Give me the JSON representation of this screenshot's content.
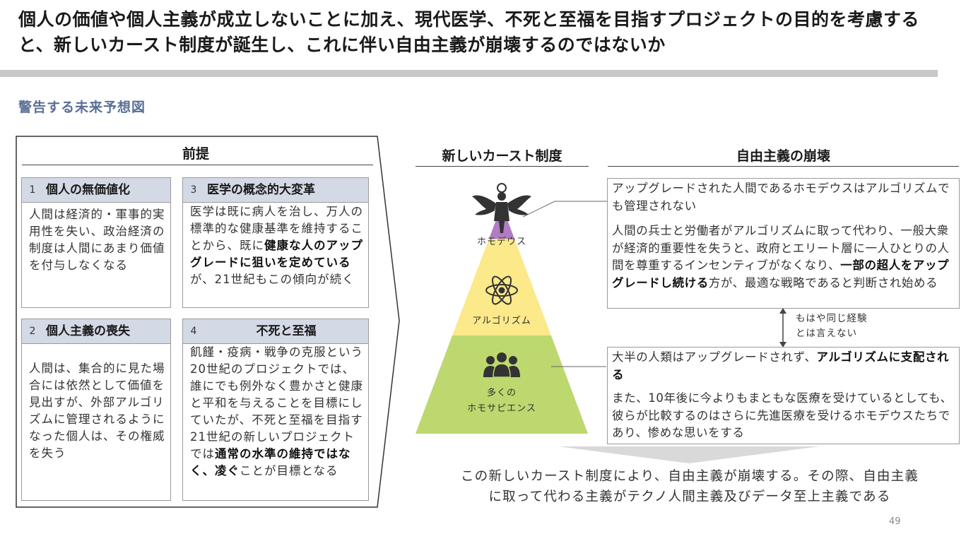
{
  "slide": {
    "title": "個人の価値や個人主義が成立しないことに加え、現代医学、不死と至福を目指すプロジェクトの目的を考慮すると、新しいカースト制度が誕生し、これに伴い自由主義が崩壊するのではないか",
    "subtitle": "警告する未来予想図",
    "page_number": "49"
  },
  "premise": {
    "heading": "前提",
    "cards": [
      {
        "num": "1",
        "title": "個人の無価値化",
        "body": [
          "人間は経済的・軍事的実用性を失い、政治経済の制度は人間にあまり価値を付与しなくなる"
        ]
      },
      {
        "num": "2",
        "title": "個人主義の喪失",
        "body": [
          "人間は、集合的に見た場合には依然として価値を見出すが、外部アルゴリズムに管理されるようになった個人は、その権威を失う"
        ]
      },
      {
        "num": "3",
        "title": "医学の概念的大変革",
        "body": [
          "医学は既に病人を治し、万人の標準的な健康基準を維持することから、既に",
          "健康な人のアップグレードに狙いを定めている",
          "が、21世紀もこの傾向が続く"
        ]
      },
      {
        "num": "4",
        "title": "不死と至福",
        "body": [
          "飢饉・疫病・戦争の克服という20世紀のプロジェクトでは、誰にでも例外なく豊かさと健康と平和を与えることを目標にしていたが、不死と至福を目指す21世紀の新しいプロジェクトでは",
          "通常の水準の維持ではなく、凌ぐ",
          "ことが目標となる"
        ]
      }
    ]
  },
  "caste": {
    "heading": "新しいカースト制度",
    "tiers": [
      {
        "label": "ホモデウス",
        "icon": "angel-icon",
        "color": "#b07cc6"
      },
      {
        "label": "アルゴリズム",
        "icon": "atom-icon",
        "color": "#fbe98a"
      },
      {
        "label_line1": "多くの",
        "label_line2": "ホモサピエンス",
        "icon": "people-icon",
        "color": "#bdd86e"
      }
    ]
  },
  "collapse": {
    "heading": "自由主義の崩壊",
    "upper_box": {
      "p1": "アップグレードされた人間であるホモデウスはアルゴリズムでも管理されない",
      "p2": [
        "人間の兵士と労働者がアルゴリズムに取って代わり、一般大衆が経済的重要性を失うと、政府とエリート層に一人ひとりの人間を尊重するインセンティブがなくなり、",
        "一部の超人をアップグレードし続ける",
        "方が、最適な戦略であると判断され始める"
      ]
    },
    "gap_note_line1": "もはや同じ経験",
    "gap_note_line2": "とは言えない",
    "lower_box": {
      "p1": [
        "大半の人類はアップグレードされず、",
        "アルゴリズムに支配される"
      ],
      "p2": "また、10年後に今よりもまともな医療を受けているとしても、彼らが比較するのはさらに先進医療を受けるホモデウスたちであり、惨めな思いをする"
    }
  },
  "conclusion": {
    "line1": "この新しいカースト制度により、自由主義が崩壊する。その際、自由主義",
    "line2": "に取って代わる主義がテクノ人間主義及びデータ至上主義である"
  }
}
